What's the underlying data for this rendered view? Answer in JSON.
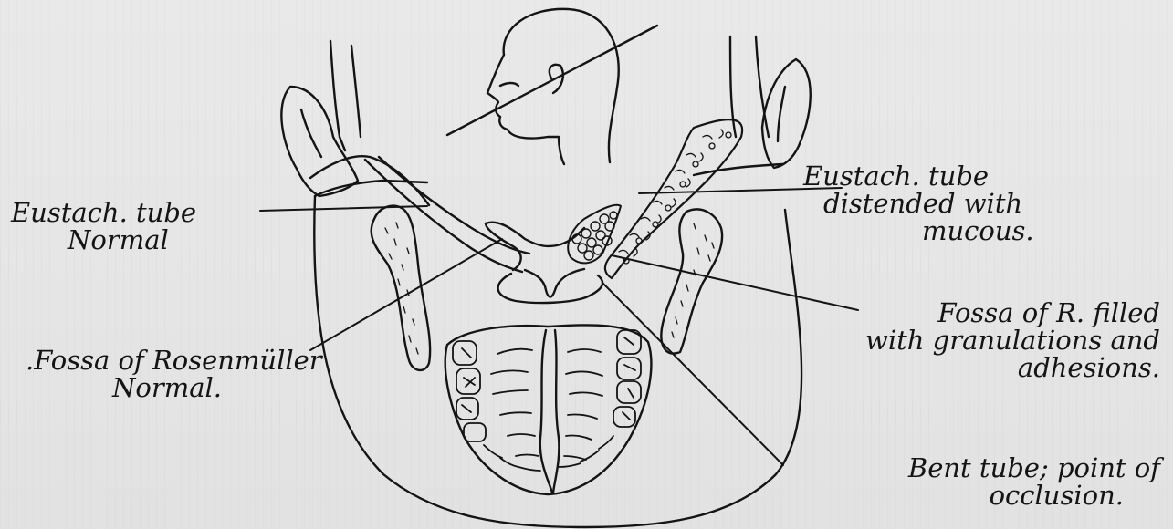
{
  "labels": {
    "eustach_normal": [
      "Eustach. tube",
      "Normal"
    ],
    "fossa_normal": [
      ".Fossa of Rosenmüller",
      "Normal."
    ],
    "eustach_distended": [
      "Eustach. tube",
      "distended with",
      "mucous."
    ],
    "fossa_filled": [
      "Fossa of R. filled",
      "with granulations and",
      "adhesions."
    ],
    "bent_tube": [
      "Bent tube; point of",
      "occlusion."
    ]
  },
  "colors": {
    "ink": "#141414",
    "paper": "#e6e6e6"
  }
}
